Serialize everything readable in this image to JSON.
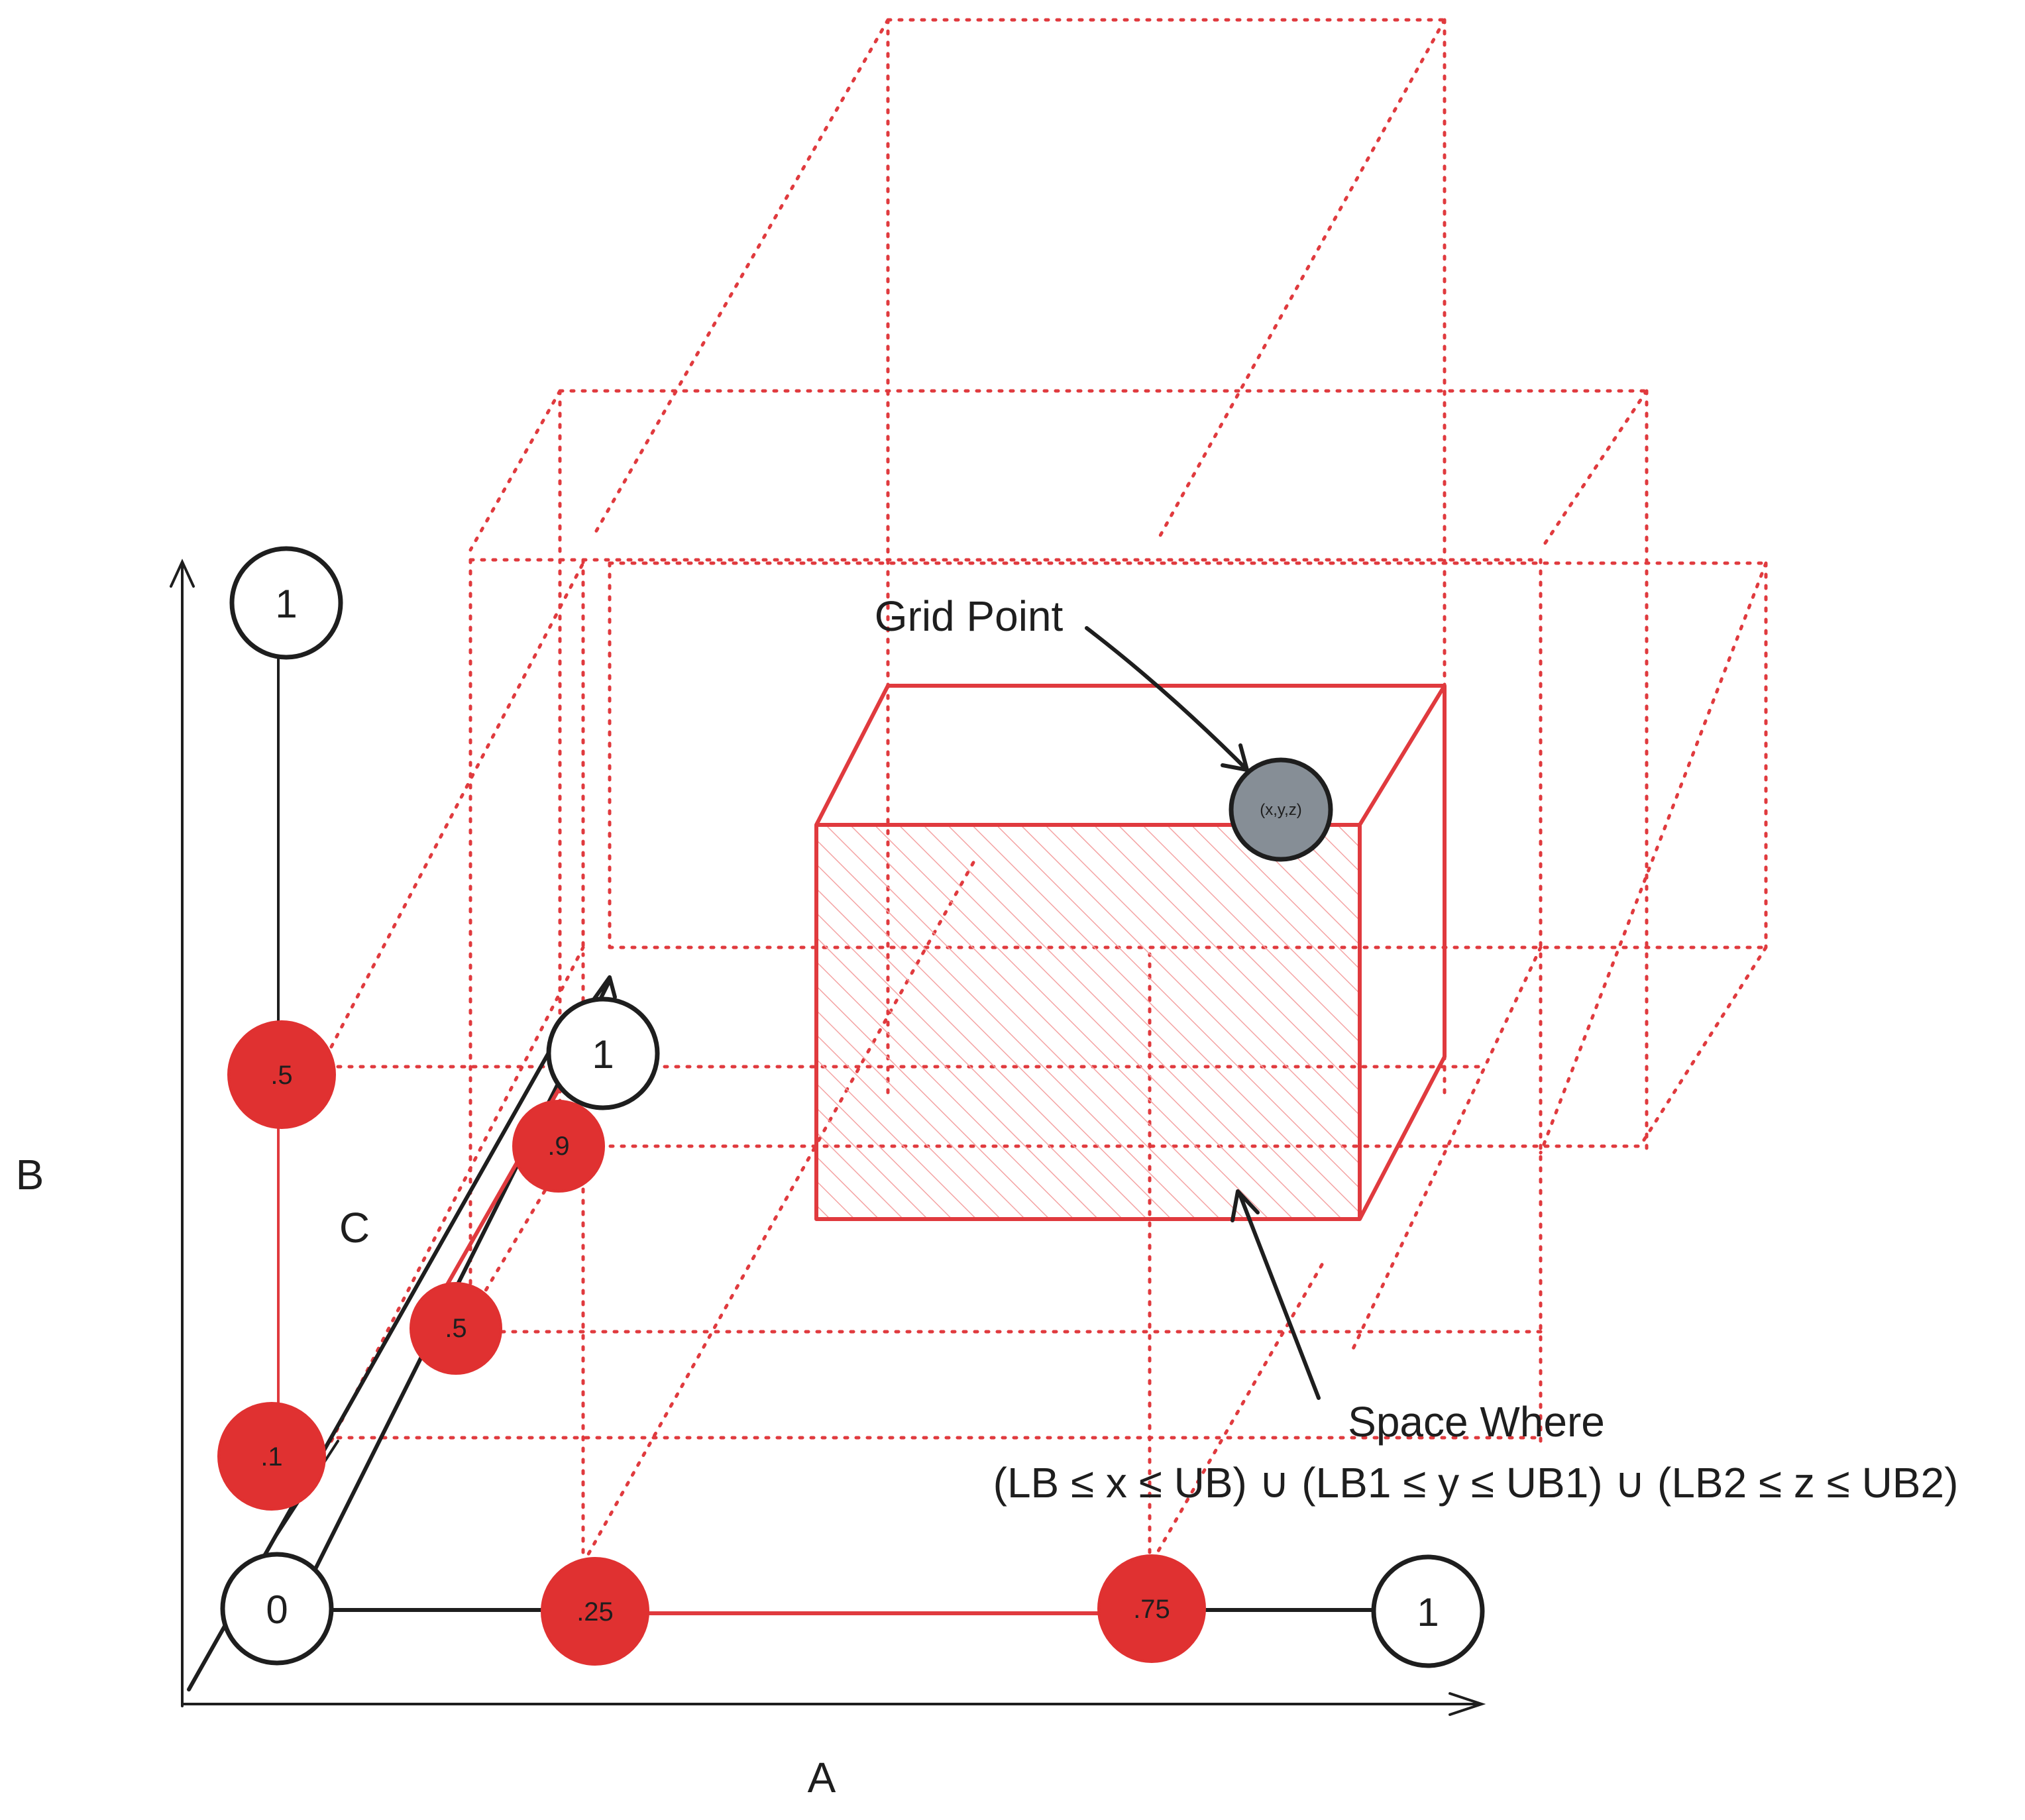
{
  "axes": {
    "a_label": "A",
    "b_label": "B",
    "c_label": "C"
  },
  "nodes": {
    "origin": "0",
    "a_end": "1",
    "b_end": "1",
    "c_end": "1",
    "a_low": ".25",
    "a_high": ".75",
    "b_low": ".1",
    "b_high": ".5",
    "c_low": ".5",
    "c_high": ".9",
    "grid_point": "(x,y,z)"
  },
  "annotations": {
    "grid_point_label": "Grid Point",
    "space_line1": "Space Where",
    "space_line2": "(LB ≤ x ≤ UB) ∪ (LB1 ≤ y ≤ UB1) ∪ (LB2 ≤ z ≤ UB2)"
  },
  "colors": {
    "accent_red": "#e03131",
    "ink": "#1e1e1e",
    "grid_point_fill": "#868e96",
    "hatch": "#f4a3a3"
  }
}
